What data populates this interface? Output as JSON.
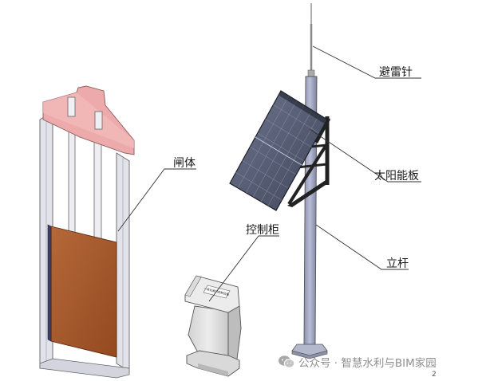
{
  "labels": {
    "lightning_rod": "避雷针",
    "solar_panel": "太阳能板",
    "gate_body": "闸体",
    "pole": "立杆",
    "control_cabinet": "控制柜"
  },
  "cabinet_panel_text": "一体化闸门控制设备",
  "watermark": {
    "text": "公众号 · 智慧水利与BIM家园",
    "icon": "wechat-icon"
  },
  "page_mark": "2",
  "colors": {
    "gate_top": "#e8a0a0",
    "gate_leaf": "#a85a2c",
    "frame": "#dcdce6",
    "pole": "#9ea4c2",
    "solar": "#5a6275",
    "cabinet": "#e4e4e4"
  }
}
